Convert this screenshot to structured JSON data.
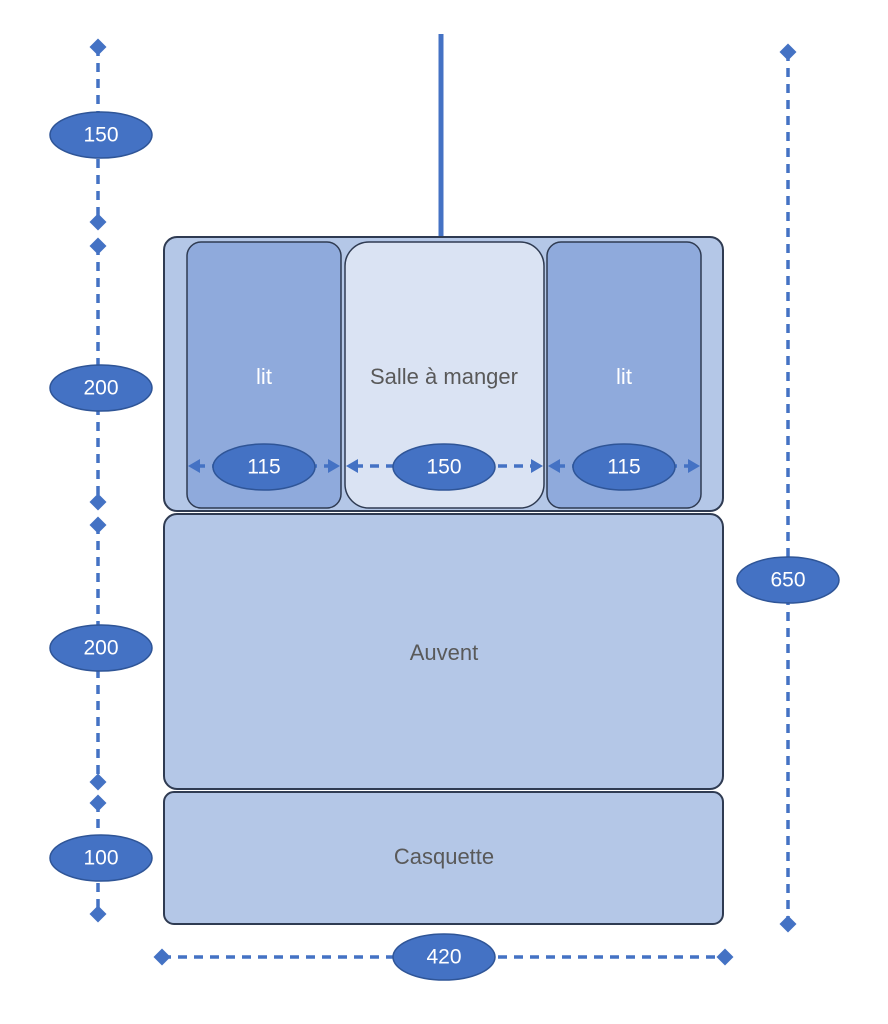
{
  "colors": {
    "outer_fill": "#b4c7e7",
    "bed_fill": "#8faadc",
    "dining_fill": "#dae3f3",
    "awning_fill": "#b4c7e7",
    "cap_fill": "#b4c7e7",
    "room_stroke": "#2f3b52",
    "dimension": "#4472c4",
    "text_on_light": "#595959",
    "text_on_bed": "#ffffff"
  },
  "rooms": {
    "bed_left": "lit",
    "dining": "Salle à manger",
    "bed_right": "lit",
    "awning": "Auvent",
    "cap": "Casquette"
  },
  "dimensions": {
    "drawbar_height": "150",
    "body_height": "200",
    "awning_height": "200",
    "cap_height": "100",
    "total_height": "650",
    "total_width": "420",
    "bed_left_width": "115",
    "dining_width": "150",
    "bed_right_width": "115"
  }
}
